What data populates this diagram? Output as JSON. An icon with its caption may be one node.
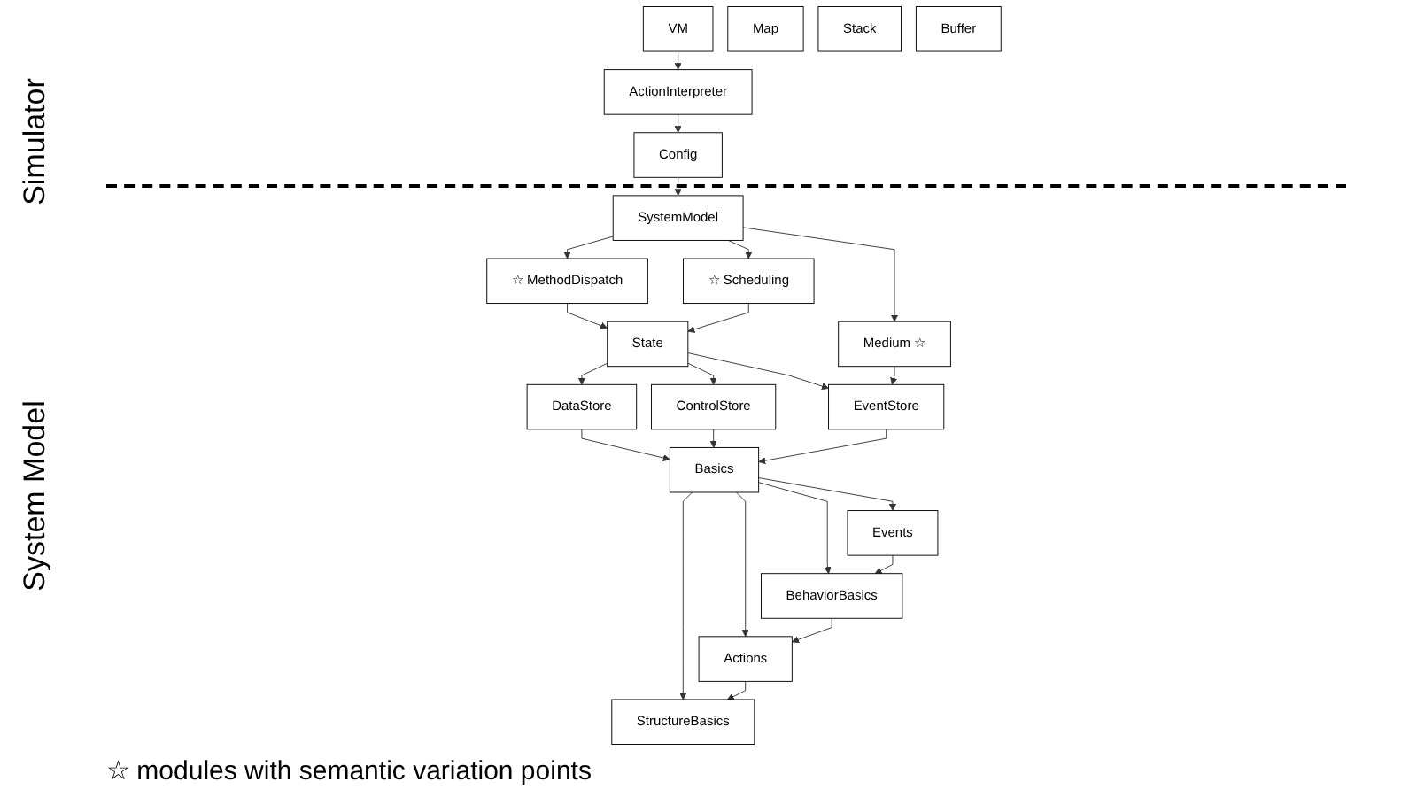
{
  "diagram": {
    "nodes": [
      {
        "text": [
          "VM"
        ]
      },
      {
        "text": [
          "ActionInterpreter"
        ]
      },
      {
        "text": [
          "Config"
        ]
      },
      {
        "text": [
          "SystemModel"
        ]
      },
      {
        "text": [
          "☆",
          "MethodDispatch"
        ]
      },
      {
        "text": [
          "☆",
          "Scheduling"
        ]
      },
      {
        "text": [
          "Medium",
          "☆"
        ]
      },
      {
        "text": [
          "State"
        ]
      },
      {
        "text": [
          "DataStore"
        ]
      },
      {
        "text": [
          "ControlStore"
        ]
      },
      {
        "text": [
          "EventStore"
        ]
      },
      {
        "text": [
          "Basics"
        ]
      },
      {
        "text": [
          "StructureBasics"
        ]
      },
      {
        "text": [
          "Actions"
        ]
      },
      {
        "text": [
          "BehaviorBasics"
        ]
      },
      {
        "text": [
          "Events"
        ]
      },
      {
        "text": [
          "Map"
        ]
      },
      {
        "text": [
          "Stack"
        ]
      },
      {
        "text": [
          "Buffer"
        ]
      }
    ],
    "edges": [
      {
        "from": 0,
        "to": 1,
        "arrow": "to"
      },
      {
        "from": 1,
        "to": 2,
        "arrow": "to"
      },
      {
        "from": 2,
        "to": 3,
        "arrow": "to"
      },
      {
        "from": 3,
        "to": 4,
        "arrow": "to"
      },
      {
        "from": 3,
        "to": 5,
        "arrow": "to"
      },
      {
        "from": 3,
        "to": 6,
        "arrow": "to"
      },
      {
        "from": 4,
        "to": 7,
        "arrow": "to"
      },
      {
        "from": 5,
        "to": 7,
        "arrow": "to"
      },
      {
        "from": 6,
        "to": 10,
        "arrow": "to"
      },
      {
        "from": 7,
        "to": 8,
        "arrow": "to"
      },
      {
        "from": 7,
        "to": 9,
        "arrow": "to"
      },
      {
        "from": 7,
        "to": 10,
        "arrow": "to"
      },
      {
        "from": 8,
        "to": 11,
        "arrow": "to"
      },
      {
        "from": 9,
        "to": 11,
        "arrow": "to"
      },
      {
        "from": 10,
        "to": 11,
        "arrow": "to"
      },
      {
        "from": 11,
        "to": 12,
        "arrow": "to"
      },
      {
        "from": 11,
        "to": 13,
        "arrow": "to"
      },
      {
        "from": 11,
        "to": 14,
        "arrow": "to"
      },
      {
        "from": 11,
        "to": 15,
        "arrow": "to"
      },
      {
        "from": 13,
        "to": 12,
        "arrow": "to"
      },
      {
        "from": 14,
        "to": 13,
        "arrow": "to"
      },
      {
        "from": 15,
        "to": 14,
        "arrow": "to"
      }
    ],
    "labels": [
      "Simulator",
      "System Model",
      "☆ modules with semantic variation points"
    ]
  }
}
